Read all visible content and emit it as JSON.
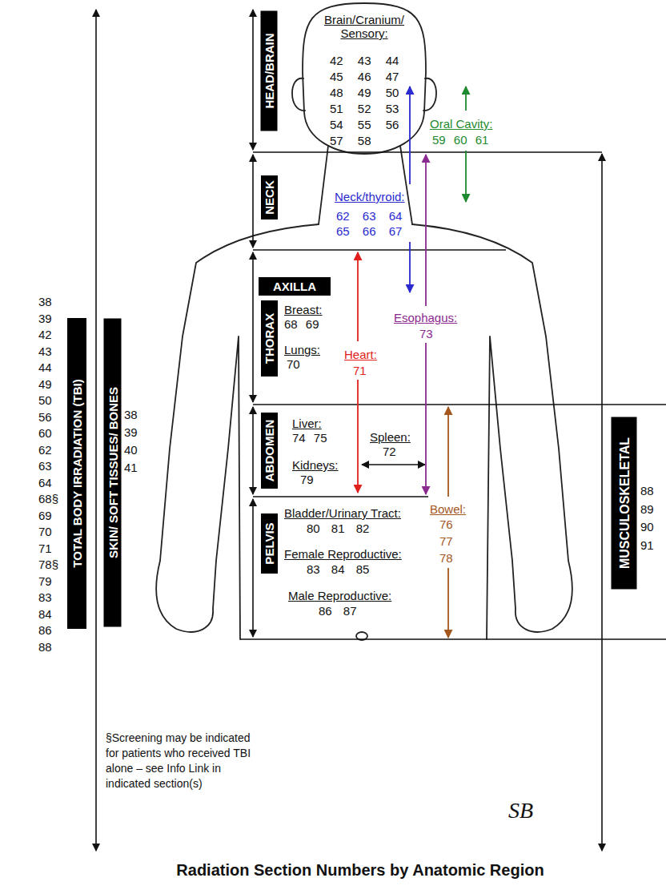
{
  "diagram": {
    "title": "Radiation Section Numbers by Anatomic Region",
    "nodes": [
      {
        "text": [
          "TOTAL BODY IRRADIATION (TBI)"
        ]
      },
      {
        "text": [
          "SKIN/ SOFT TISSUES/ BONES"
        ]
      },
      {
        "text": [
          "HEAD/BRAIN"
        ]
      },
      {
        "text": [
          "NECK"
        ]
      },
      {
        "text": [
          "AXILLA"
        ]
      },
      {
        "text": [
          "THORAX"
        ]
      },
      {
        "text": [
          "ABDOMEN"
        ]
      },
      {
        "text": [
          "PELVIS"
        ]
      },
      {
        "text": [
          "MUSCULOSKELETAL"
        ]
      }
    ],
    "labels": [
      "Brain/Cranium/ Sensory:",
      "42 43 44",
      "45 46 47",
      "48 49 50",
      "51 52 53",
      "54 55 56",
      "57 58",
      "Oral Cavity:",
      "59 60 61",
      "Neck/thyroid:",
      "62 63 64",
      "65 66 67",
      "Breast:",
      "68 69",
      "Lungs:",
      "70",
      "Heart:",
      "71",
      "Esophagus:",
      "73",
      "Liver:",
      "74 75",
      "Spleen:",
      "72",
      "Kidneys:",
      "79",
      "Bowel:",
      "76",
      "77",
      "78",
      "Bladder/Urinary Tract:",
      "80 81 82",
      "Female Reproductive:",
      "83 84 85",
      "Male Reproductive:",
      "86 87",
      "38",
      "39",
      "42",
      "43",
      "44",
      "49",
      "50",
      "56",
      "60",
      "62",
      "63",
      "64",
      "68§",
      "69",
      "70",
      "71",
      "78§",
      "79",
      "83",
      "84",
      "86",
      "88",
      "38",
      "39",
      "40",
      "41",
      "88",
      "89",
      "90",
      "91",
      "§Screening may be indicated for patients who received TBI alone – see Info Link in indicated section(s)",
      "SB"
    ]
  }
}
